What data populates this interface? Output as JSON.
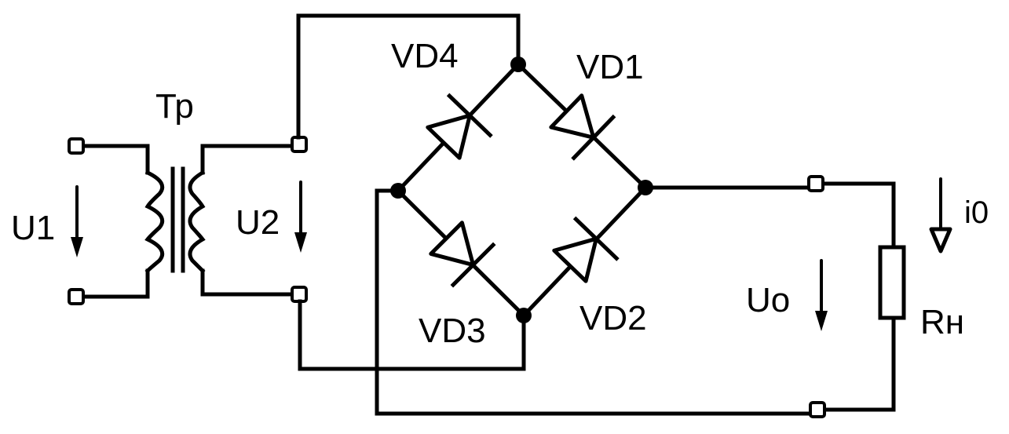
{
  "labels": {
    "transformer": "Тр",
    "vd1": "VD1",
    "vd2": "VD2",
    "vd3": "VD3",
    "vd4": "VD4",
    "u1": "U1",
    "u2": "U2",
    "u0": "Uo",
    "i0": "i0",
    "rload": "Rн"
  }
}
